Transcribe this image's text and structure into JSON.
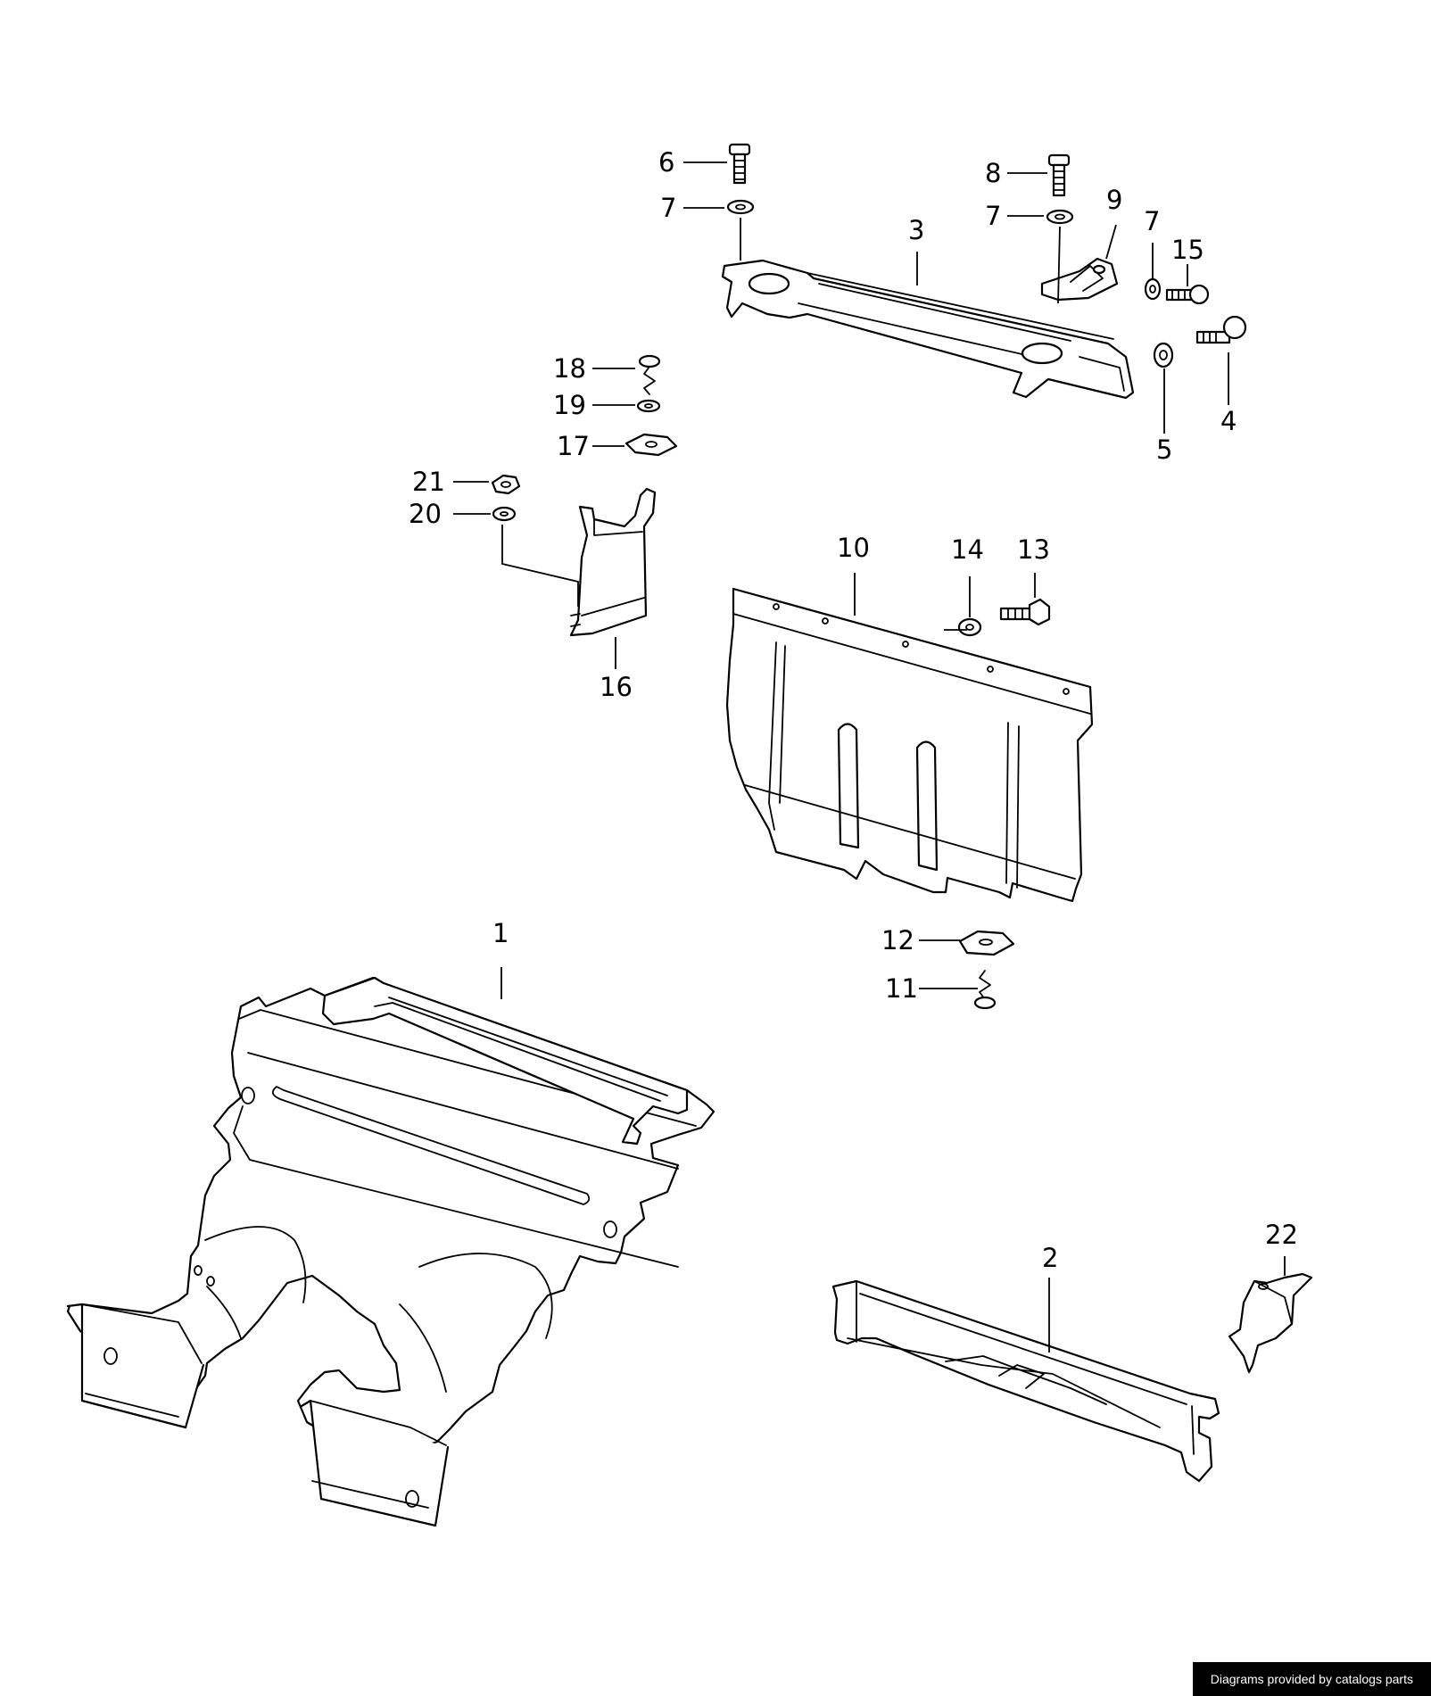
{
  "diagram": {
    "callouts": [
      {
        "id": "6",
        "text": "6"
      },
      {
        "id": "7a",
        "text": "7"
      },
      {
        "id": "8",
        "text": "8"
      },
      {
        "id": "7b",
        "text": "7"
      },
      {
        "id": "9",
        "text": "9"
      },
      {
        "id": "7c",
        "text": "7"
      },
      {
        "id": "15",
        "text": "15"
      },
      {
        "id": "3",
        "text": "3"
      },
      {
        "id": "4",
        "text": "4"
      },
      {
        "id": "5",
        "text": "5"
      },
      {
        "id": "18",
        "text": "18"
      },
      {
        "id": "19",
        "text": "19"
      },
      {
        "id": "17",
        "text": "17"
      },
      {
        "id": "21",
        "text": "21"
      },
      {
        "id": "20",
        "text": "20"
      },
      {
        "id": "16",
        "text": "16"
      },
      {
        "id": "10",
        "text": "10"
      },
      {
        "id": "14",
        "text": "14"
      },
      {
        "id": "13",
        "text": "13"
      },
      {
        "id": "12",
        "text": "12"
      },
      {
        "id": "11",
        "text": "11"
      },
      {
        "id": "1",
        "text": "1"
      },
      {
        "id": "2",
        "text": "2"
      },
      {
        "id": "22",
        "text": "22"
      }
    ]
  },
  "footer": {
    "credit": "Diagrams provided by catalogs parts"
  }
}
